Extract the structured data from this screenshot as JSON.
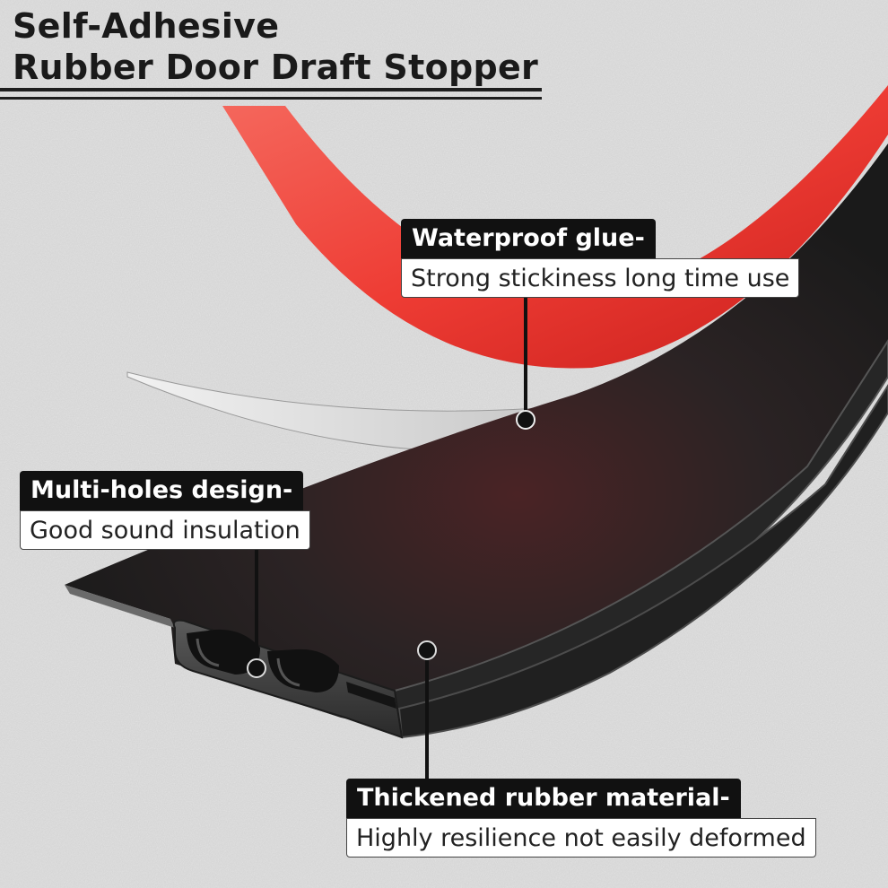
{
  "title": {
    "line1": "Self-Adhesive",
    "line2": "Rubber Door Draft Stopper"
  },
  "callouts": {
    "glue": {
      "heading": "Waterproof glue-",
      "detail": "Strong stickiness long time use"
    },
    "holes": {
      "heading": "Multi-holes design-",
      "detail": "Good sound insulation"
    },
    "rubber": {
      "heading": "Thickened rubber material-",
      "detail": "Highly resilience not easily deformed"
    }
  },
  "colors": {
    "background": "#d4d4d4",
    "tape_red": "#e8352f",
    "liner_white": "#eeeeee",
    "rubber": "#1f1f1f",
    "label_dark": "#111111",
    "label_light": "#ffffff"
  }
}
